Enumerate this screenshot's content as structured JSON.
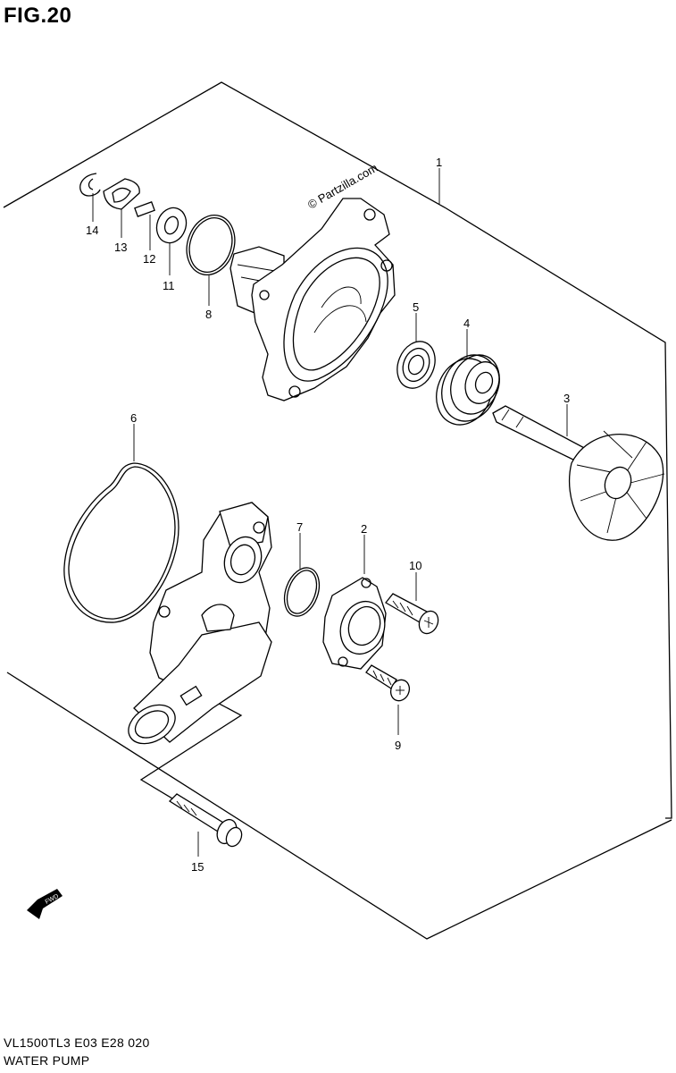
{
  "figure": {
    "title": "FIG.20",
    "watermark": "© Partzilla.com",
    "model_code": "VL1500TL3  E03  E28  020",
    "section_name": "WATER PUMP",
    "fwd_label": "FWD"
  },
  "parts": [
    {
      "ref": "1"
    },
    {
      "ref": "2"
    },
    {
      "ref": "3"
    },
    {
      "ref": "4"
    },
    {
      "ref": "5"
    },
    {
      "ref": "6"
    },
    {
      "ref": "7"
    },
    {
      "ref": "8"
    },
    {
      "ref": "9"
    },
    {
      "ref": "10"
    },
    {
      "ref": "11"
    },
    {
      "ref": "12"
    },
    {
      "ref": "13"
    },
    {
      "ref": "14"
    },
    {
      "ref": "15"
    }
  ]
}
